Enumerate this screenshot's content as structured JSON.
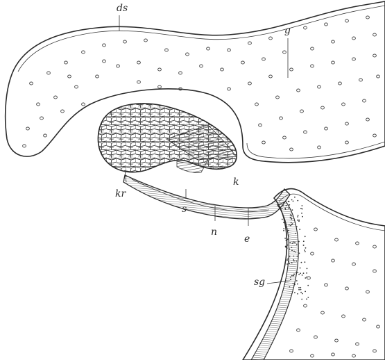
{
  "figure": {
    "labels": {
      "ds": "ds",
      "g": "g",
      "kr": "kr",
      "k": "k",
      "s": "s",
      "n": "n",
      "e": "e",
      "sg": "sg"
    }
  }
}
